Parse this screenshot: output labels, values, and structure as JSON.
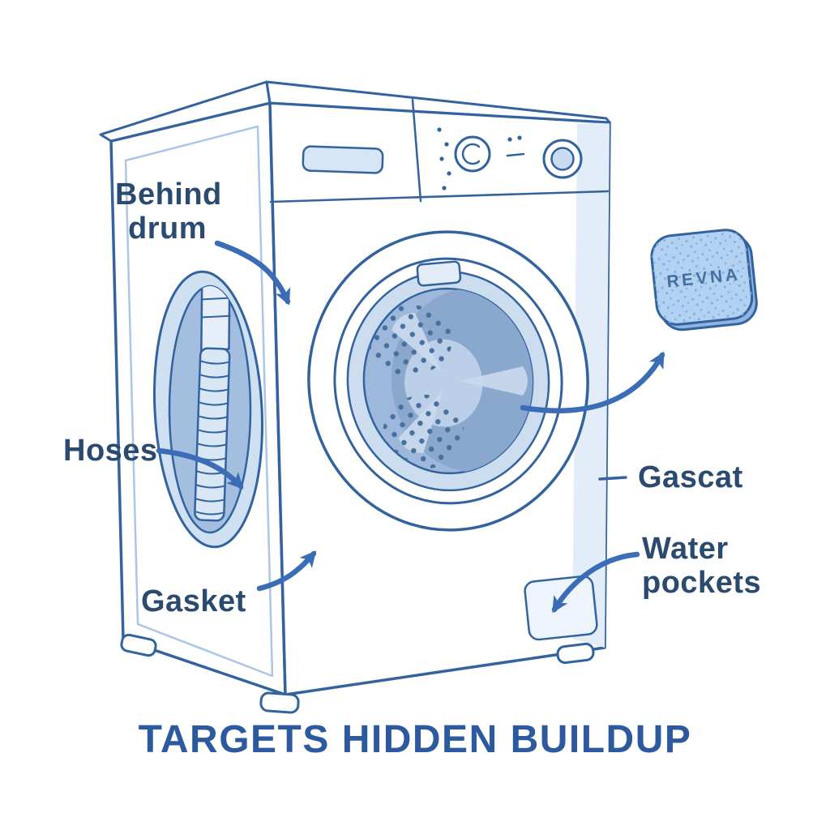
{
  "headline": {
    "text": "TARGETS HIDDEN BUILDUP"
  },
  "labels": {
    "behind_drum_line1": "Behind",
    "behind_drum_line2": "drum",
    "hoses": "Hoses",
    "gasket": "Gasket",
    "gascat": "Gascat",
    "water_pockets_line1": "Water",
    "water_pockets_line2": "pockets"
  },
  "tablet": {
    "brand": "REVNA"
  },
  "colors": {
    "outline": "#33639e",
    "arrow": "#3a6db5",
    "label_text": "#2b4a70",
    "headline_text": "#2d5a9e",
    "tablet_text": "#44709f",
    "tablet_fill": "#b3d2f2",
    "tablet_edge": "#8fb4e2",
    "drum_fill": "#9db8da",
    "glass_ring": "#cdddf0",
    "cutaway_fill": "#a3bedf"
  }
}
